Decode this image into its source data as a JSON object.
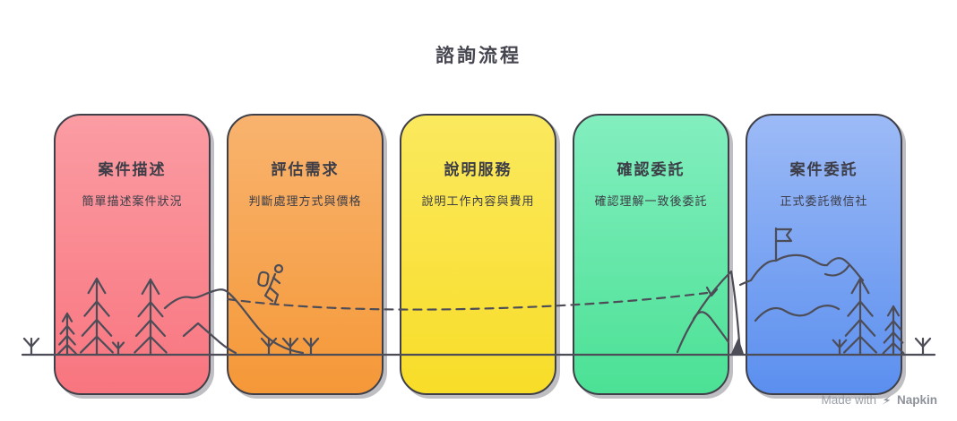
{
  "title": "諮詢流程",
  "cards": [
    {
      "title": "案件描述",
      "subtitle": "簡單描述案件狀況",
      "color_top": "#FB9CA3",
      "color_bottom": "#F8757F"
    },
    {
      "title": "評估需求",
      "subtitle": "判斷處理方式與價格",
      "color_top": "#F8B36E",
      "color_bottom": "#F59838"
    },
    {
      "title": "說明服務",
      "subtitle": "說明工作內容與費用",
      "color_top": "#FBE95E",
      "color_bottom": "#F8DD28"
    },
    {
      "title": "確認委託",
      "subtitle": "確認理解一致後委託",
      "color_top": "#83EEBF",
      "color_bottom": "#4BE195"
    },
    {
      "title": "案件委託",
      "subtitle": "正式委託徵信社",
      "color_top": "#9CBAF6",
      "color_bottom": "#5B8FEF"
    }
  ],
  "watermark": {
    "prefix": "Made with",
    "brand": "Napkin",
    "icon": "quill-bolt-icon"
  },
  "colors": {
    "background": "#FFFFFF",
    "line_art": "#4D4D58",
    "card_border": "#3E3F48",
    "title_text": "#45464F",
    "card_text": "#3C3D47",
    "watermark_text": "#9BA0A7"
  },
  "illustration": {
    "elements": [
      "pine-tree-icon",
      "sprout-icon",
      "hiker-icon",
      "dashed-trail-path",
      "mountain-ridge",
      "summit-flag-icon",
      "ground-line"
    ]
  }
}
